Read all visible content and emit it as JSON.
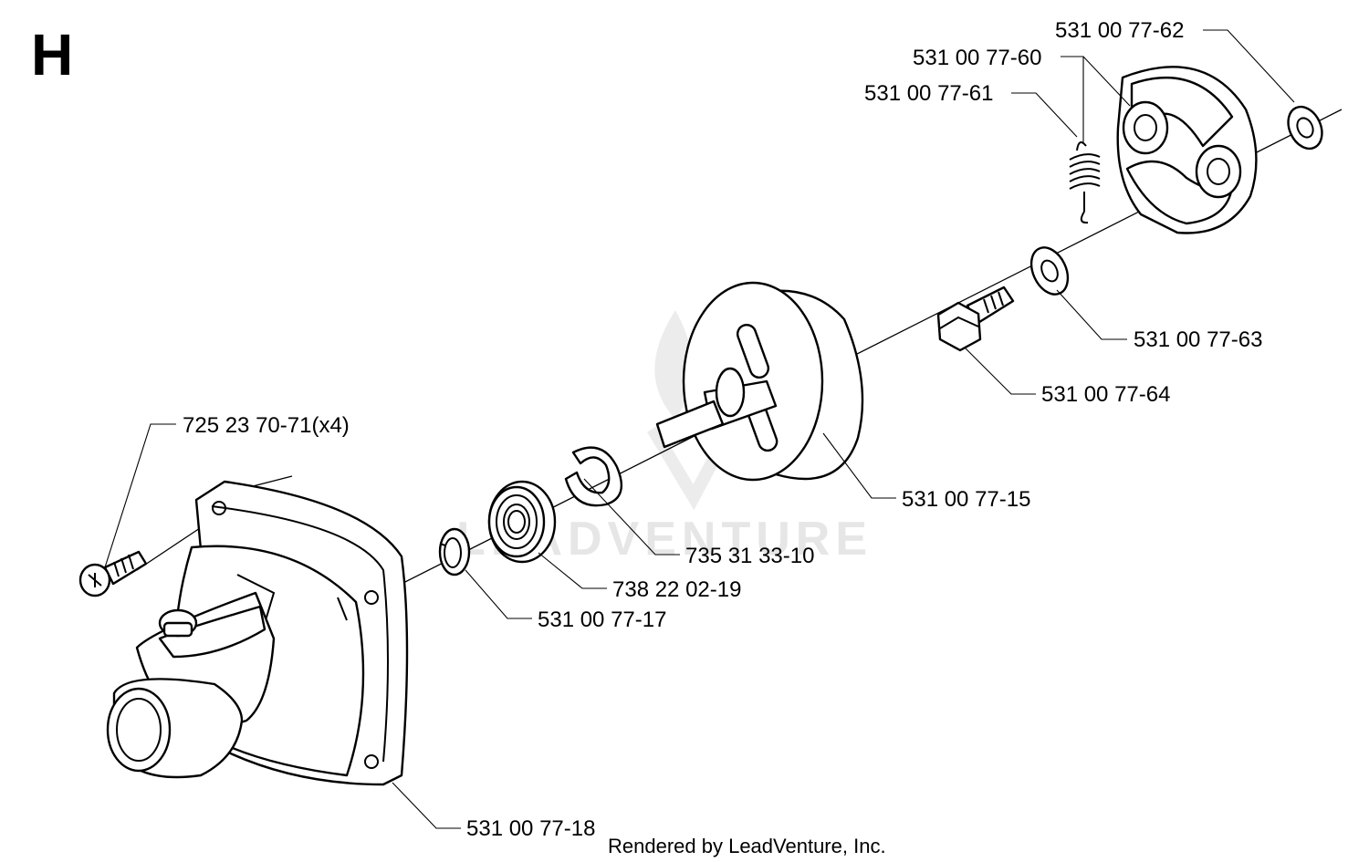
{
  "diagram": {
    "section_letter": "H",
    "watermark": "LEADVENTURE",
    "credit": "Rendered by LeadVenture, Inc.",
    "parts": [
      {
        "id": "clutch_shoe_assembly",
        "label": "531 00 77-62"
      },
      {
        "id": "spring_a",
        "label": "531 00 77-60"
      },
      {
        "id": "spring_b",
        "label": "531 00 77-61"
      },
      {
        "id": "washer_small",
        "label": "531 00 77-63"
      },
      {
        "id": "shoulder_bolt",
        "label": "531 00 77-64"
      },
      {
        "id": "clutch_drum",
        "label": "531 00 77-15"
      },
      {
        "id": "housing_screw",
        "label": "725 23 70-71(x4)"
      },
      {
        "id": "snap_ring",
        "label": "735 31 33-10"
      },
      {
        "id": "bearing",
        "label": "738 22 02-19"
      },
      {
        "id": "retaining_ring",
        "label": "531 00 77-17"
      },
      {
        "id": "clutch_housing",
        "label": "531 00 77-18"
      }
    ]
  }
}
